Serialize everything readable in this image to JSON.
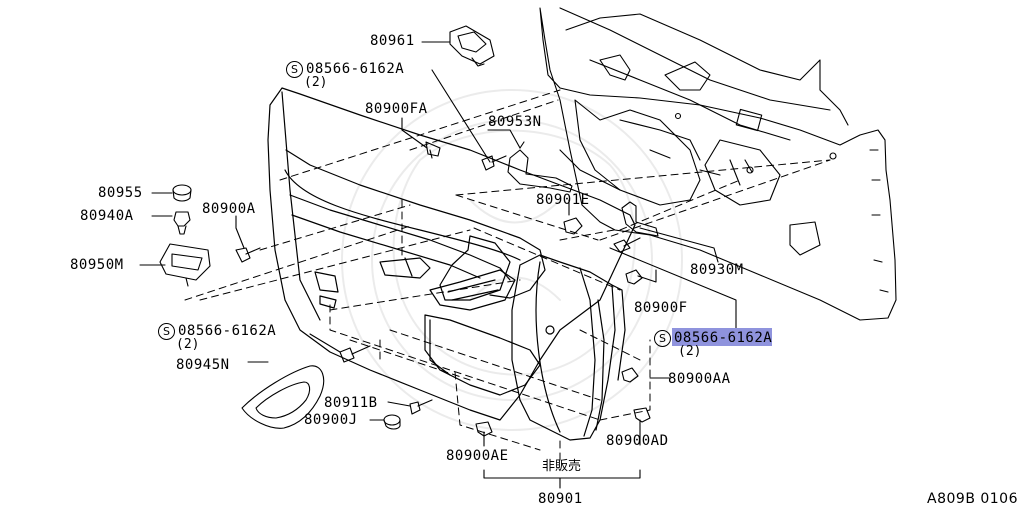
{
  "diagram": {
    "parts": {
      "p80961": "80961",
      "p08566_top": "08566-6162A",
      "p08566_top_qty": "(2)",
      "p80900FA": "80900FA",
      "p80953N": "80953N",
      "p80955": "80955",
      "p80940A": "80940A",
      "p80900A": "80900A",
      "p80950M": "80950M",
      "p80901E": "80901E",
      "p80930M": "80930M",
      "p80900F": "80900F",
      "p08566_left": "08566-6162A",
      "p08566_left_qty": "(2)",
      "p08566_right_hl": "08566-616",
      "p08566_right_rest": "2A",
      "p08566_right_qty": "(2)",
      "p80945N": "80945N",
      "p80900AA": "80900AA",
      "p80911B": "80911B",
      "p80900J": "80900J",
      "p80900AE": "80900AE",
      "p80900AD": "80900AD",
      "p80901": "80901"
    },
    "not_for_sale": "非販売",
    "s_mark": "S",
    "figure_code": "A809B 0106",
    "highlight_color": "#8f93dd"
  }
}
